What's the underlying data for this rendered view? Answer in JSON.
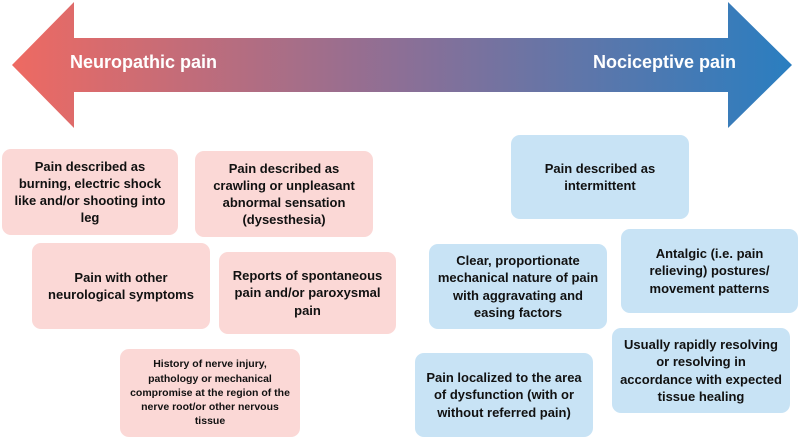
{
  "spectrum": {
    "left_label": "Neuropathic pain",
    "right_label": "Nociceptive pain",
    "colors": {
      "left": "#ee6a62",
      "right": "#2a7ec0"
    }
  },
  "neuropathic_boxes": [
    {
      "text": "Pain described as burning, electric shock like and/or shooting into leg"
    },
    {
      "text": "Pain described as crawling or unpleasant abnormal sensation (dysesthesia)"
    },
    {
      "text": "Pain with other neurological symptoms"
    },
    {
      "text": "Reports of spontaneous pain and/or paroxysmal pain"
    },
    {
      "text": "History of nerve injury, pathology or mechanical compromise at the region of the nerve root/or other nervous tissue"
    }
  ],
  "nociceptive_boxes": [
    {
      "text": "Pain described as intermittent"
    },
    {
      "text": "Clear, proportionate mechanical nature of pain with aggravating and easing factors"
    },
    {
      "text": "Antalgic (i.e. pain relieving) postures/ movement patterns"
    },
    {
      "text": "Usually rapidly resolving or resolving in accordance with expected tissue healing"
    },
    {
      "text": "Pain localized to the area of dysfunction (with or without referred pain)"
    }
  ]
}
